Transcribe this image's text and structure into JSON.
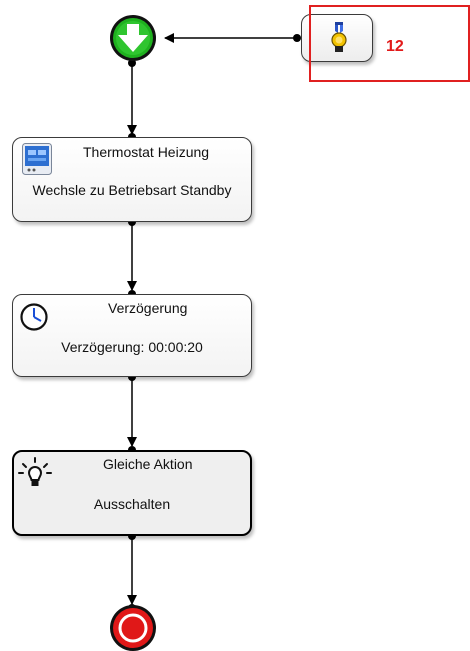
{
  "workflow": {
    "trigger": {
      "icon": "medal-icon",
      "badge": "12",
      "highlight_color": "#e02020"
    },
    "start": {
      "icon": "start-arrow-icon",
      "color": "#1fb11f"
    },
    "nodes": [
      {
        "id": "thermostat",
        "icon": "thermostat-icon",
        "title": "Thermostat Heizung",
        "text": "Wechsle zu Betriebsart Standby"
      },
      {
        "id": "delay",
        "icon": "clock-icon",
        "title": "Verzögerung",
        "text": "Verzögerung: 00:00:20"
      },
      {
        "id": "same-action",
        "icon": "light-bulb-icon",
        "title": "Gleiche Aktion",
        "text": "Ausschalten",
        "selected": true
      }
    ],
    "end": {
      "icon": "stop-icon",
      "color": "#e01818"
    }
  }
}
